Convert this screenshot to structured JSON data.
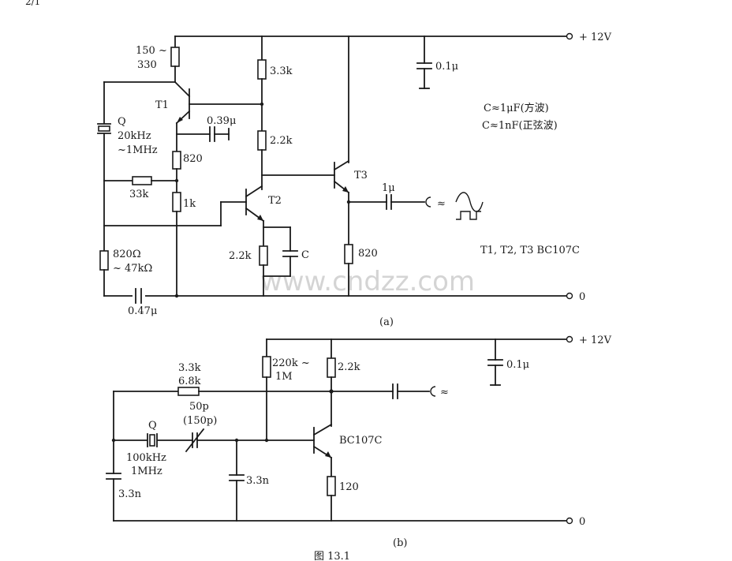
{
  "page_corner": "2/1",
  "watermark": "www.cndzz.com",
  "circuit_a": {
    "caption": "(a)",
    "supply": "+ 12V",
    "ground": "0",
    "r_top": [
      "150 ~",
      "330"
    ],
    "r_33k_top": "3.3k",
    "r_22k_mid": "2.2k",
    "cap_01u": "0.1μ",
    "t1": "T1",
    "t2": "T2",
    "t3": "T3",
    "crystal_q": "Q",
    "crystal_freq": [
      "20kHz",
      "~1MHz"
    ],
    "cap_039u": "0.39μ",
    "r_820_t1": "820",
    "r_33k_fb": "33k",
    "r_1k": "1k",
    "r_820_47k": [
      "820Ω",
      "~ 47kΩ"
    ],
    "cap_047u": "0.47μ",
    "r_22k_e": "2.2k",
    "cap_c": "C",
    "r_820_t3": "820",
    "cap_1u": "1μ",
    "output_symbol": "≈",
    "note_square": "C≈1μF(方波)",
    "note_sine": "C≈1nF(正弦波)",
    "transistors": "T1, T2, T3 BC107C"
  },
  "circuit_b": {
    "caption": "(b)",
    "supply": "+ 12V",
    "ground": "0",
    "r_feedback": [
      "3.3k",
      "6.8k"
    ],
    "r_bias": [
      "220k ~",
      "1M"
    ],
    "r_collector": "2.2k",
    "cap_01u": "0.1μ",
    "crystal_q": "Q",
    "crystal_freq": [
      "100kHz",
      "1MHz"
    ],
    "trim_cap": [
      "50p",
      "(150p)"
    ],
    "cap_left": "3.3n",
    "cap_mid": "3.3n",
    "transistor": "BC107C",
    "r_emitter": "120",
    "output_symbol": "≈"
  },
  "figure_label": "图 13.1"
}
